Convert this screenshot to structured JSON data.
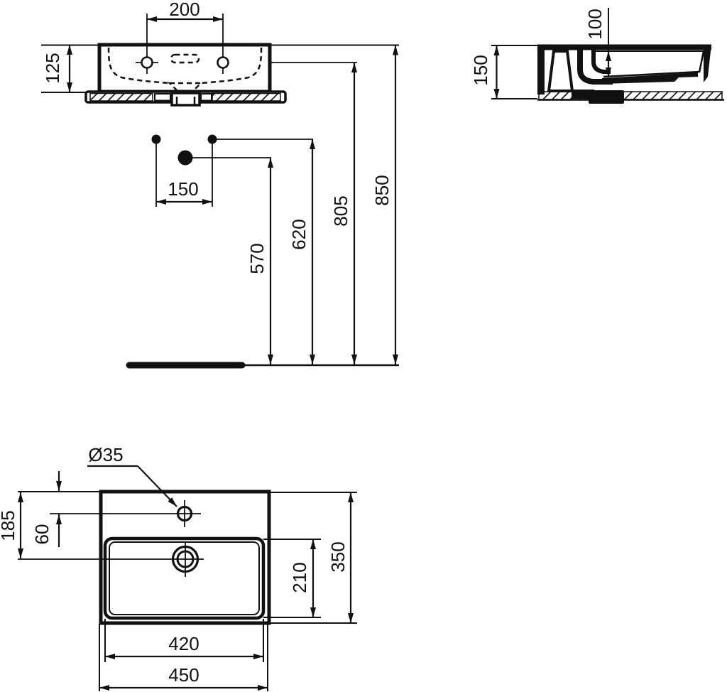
{
  "drawing_title": "washbasin-dimension-drawing",
  "colors": {
    "ink": "#111111",
    "background": "#ffffff"
  },
  "front_view": {
    "tap_spacing": "200",
    "basin_height": "125",
    "fixing_spacing": "150",
    "drain_height": "570",
    "fixing_height": "620",
    "tap_height": "805",
    "rim_height": "850"
  },
  "side_view": {
    "total_height": "150",
    "bowl_depth": "100"
  },
  "plan_view": {
    "tap_hole_diameter": "Ø35",
    "rear_to_drain": "185",
    "rear_to_tap": "60",
    "bowl_depth": "210",
    "overall_depth": "350",
    "bowl_width": "420",
    "overall_width": "450"
  }
}
